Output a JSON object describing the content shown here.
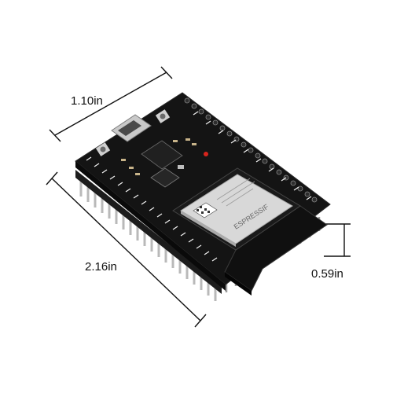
{
  "dimensions": {
    "width_label": "1.10in",
    "length_label": "2.16in",
    "height_label": "0.59in"
  },
  "module": {
    "brand_text": "ESPRESSIF"
  },
  "colors": {
    "pcb": "#141414",
    "header_plastic": "#1c1c1c",
    "pin_metal": "#b9b9b9",
    "shield_metal": "#d8d8d8",
    "usb_metal": "#c9c9c9",
    "antenna_pcb": "#101010",
    "silkscreen": "#f2f2f2",
    "led_red": "#d8241c",
    "dimension_line": "#111111"
  }
}
